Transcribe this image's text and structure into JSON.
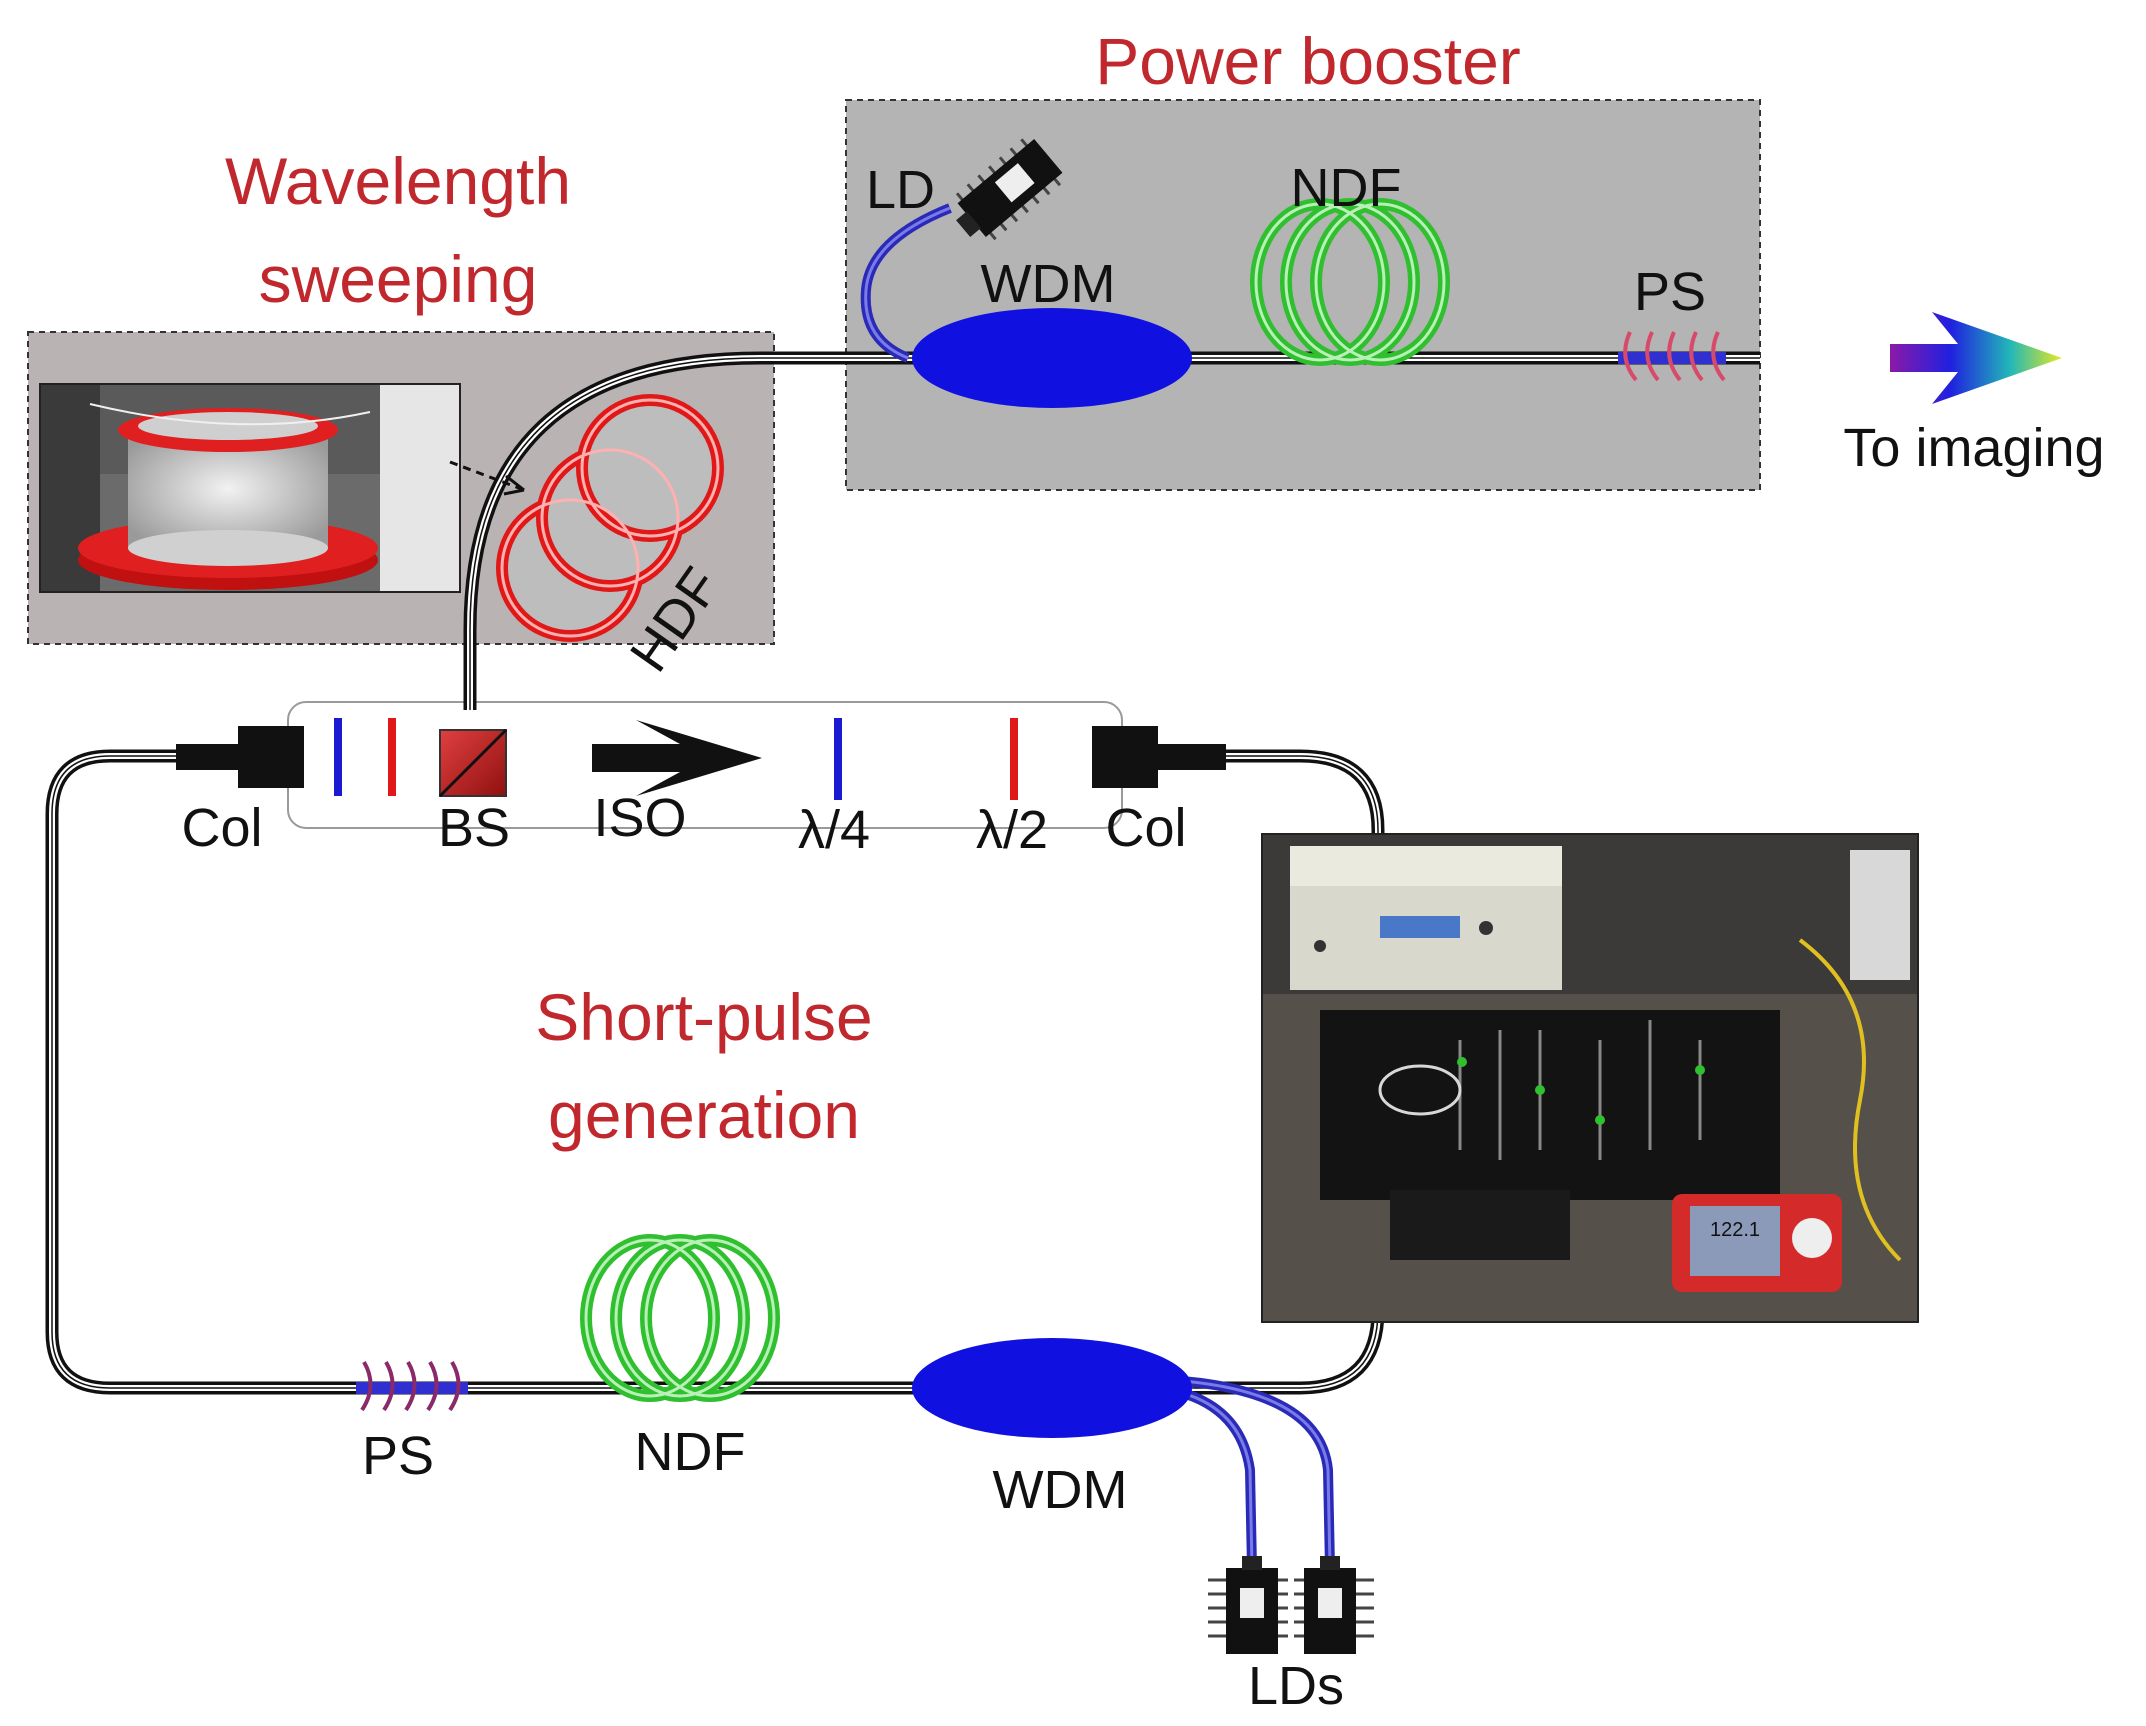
{
  "sections": {
    "power_booster": "Power booster",
    "wavelength_sweeping_line1": "Wavelength",
    "wavelength_sweeping_line2": "sweeping",
    "short_pulse_line1": "Short-pulse",
    "short_pulse_line2": "generation"
  },
  "labels": {
    "ld": "LD",
    "wdm_top": "WDM",
    "ndf_top": "NDF",
    "ps_top": "PS",
    "to_imaging": "To imaging",
    "hdf": "HDF",
    "col_left": "Col",
    "bs": "BS",
    "iso": "ISO",
    "qwp": "λ/4",
    "hwp": "λ/2",
    "col_right": "Col",
    "ps_bottom": "PS",
    "ndf_bottom": "NDF",
    "wdm_bottom": "WDM",
    "lds": "LDs",
    "meter_reading": "122.1"
  },
  "colors": {
    "section_title": "#c0282d",
    "panel_fill": "#b4b4b4",
    "wdm": "#1010e0",
    "ndf_coil": "#2fbf2f",
    "hdf_coil": "#e01818",
    "pump_fiber": "#3030c0",
    "output_gradient": [
      "#8a1aa8",
      "#2020e0",
      "#22b8b8",
      "#e8e820"
    ]
  },
  "icons": [
    "laser-diode-icon",
    "fiber-spool-photo",
    "lab-setup-photo",
    "output-arrow-icon"
  ]
}
